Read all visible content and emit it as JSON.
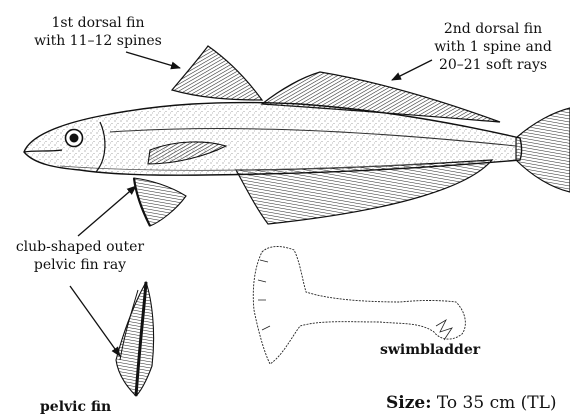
{
  "labels": {
    "first_dorsal": [
      "1st dorsal fin",
      "with 11–12 spines"
    ],
    "second_dorsal": [
      "2nd dorsal fin",
      "with 1 spine and",
      "20–21 soft rays"
    ],
    "pelvic_ray": [
      "club-shaped outer",
      "pelvic fin ray"
    ],
    "swimbladder": "swimbladder",
    "pelvic_fin": "pelvic fin"
  },
  "size_note": {
    "key": "Size:",
    "value": " To 35 cm (TL)"
  },
  "colors": {
    "ink": "#111111",
    "fin_shade": "#2a2a2a",
    "background": "#ffffff"
  }
}
